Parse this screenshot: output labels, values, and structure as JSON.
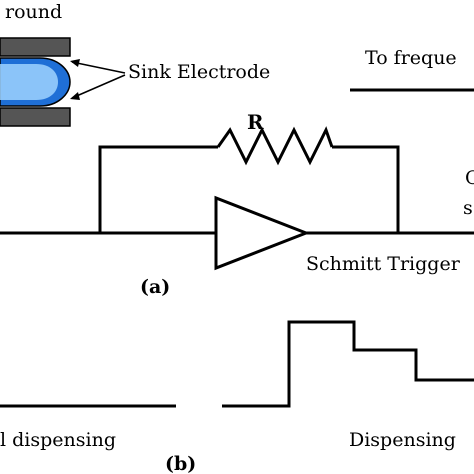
{
  "labels": {
    "ground": "round",
    "sink_electrode": "Sink Electrode",
    "to_frequency": "To freque",
    "resistor": "R",
    "output_line1": "O",
    "output_line2": "s",
    "schmitt_trigger": "Schmitt Trigger",
    "panel_a": "(a)",
    "no_dispensing": "l dispensing",
    "dispensing": "Dispensing",
    "panel_b": "(b)"
  },
  "colors": {
    "electrode_plate": "#555555",
    "droplet_fill": "#1f6fd6",
    "droplet_highlight": "#9fd4ff",
    "line": "#000000"
  }
}
